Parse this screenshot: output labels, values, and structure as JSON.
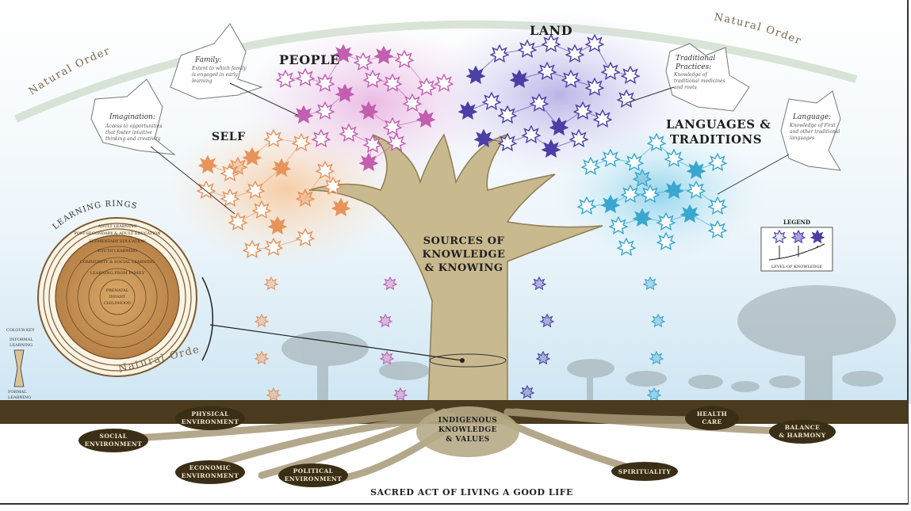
{
  "arc_labels": {
    "left": "Natural Order",
    "right": "Natural Order",
    "bottom_left": "Natural Order"
  },
  "headers": {
    "people": "PEOPLE",
    "land": "LAND",
    "self": "SELF",
    "lang_line1": "LANGUAGES &",
    "lang_line2": "TRADITIONS"
  },
  "trunk": {
    "line1": "SOURCES OF",
    "line2": "KNOWLEDGE",
    "line3": "& KNOWING"
  },
  "base": {
    "line1": "INDIGENOUS",
    "line2": "KNOWLEDGE",
    "line3": "& VALUES"
  },
  "notes": {
    "family": {
      "title": "Family:",
      "body1": "Extent to which family",
      "body2": "is engaged in early",
      "body3": "learning"
    },
    "imagination": {
      "title": "Imagination:",
      "body1": "Access to opportunities",
      "body2": "that foster intuitive",
      "body3": "thinking and creativity"
    },
    "traditional": {
      "title1": "Traditional",
      "title2": "Practices:",
      "body1": "Knowledge of",
      "body2": "traditional medicines",
      "body3": "and roots"
    },
    "language": {
      "title": "Language:",
      "body1": "Knowledge of First",
      "body2": "and other traditional",
      "body3": "languages"
    }
  },
  "learning_rings": {
    "title": "LEARNING RINGS",
    "rings": [
      "ADULT LEARNING",
      "POST-SECONDARY & ADULT EDUCATION",
      "ELEMENTARY EDUCATION",
      "YOUTH LEARNING",
      "COMMUNITY & SOCIAL LEARNING",
      "LEARNING FROM FAMILY",
      "PRENATAL",
      "INFANT",
      "CHILDHOOD"
    ]
  },
  "colour_key": {
    "title": "COLOUR KEY",
    "top1": "INFORMAL",
    "top2": "LEARNING",
    "bottom1": "FORMAL",
    "bottom2": "LEARNING"
  },
  "legend": {
    "title": "LEGEND",
    "caption": "LEVEL OF KNOWLEDGE"
  },
  "roots": {
    "physical": [
      "PHYSICAL",
      "ENVIRONMENT"
    ],
    "social": [
      "SOCIAL",
      "ENVIRONMENT"
    ],
    "economic": [
      "ECONOMIC",
      "ENVIRONMENT"
    ],
    "political": [
      "POLITICAL",
      "ENVIRONMENT"
    ],
    "spirituality": [
      "SPIRITUALITY"
    ],
    "health": [
      "HEALTH",
      "CARE"
    ],
    "balance": [
      "BALANCE",
      "& HARMONY"
    ]
  },
  "footer": "SACRED ACT OF LIVING A GOOD LIFE",
  "colors": {
    "self": "#e8935a",
    "people": "#c25fb0",
    "land": "#4b3fa6",
    "languages": "#3aa7cf",
    "trunk": "#c9b98f",
    "ground": "#4a3b1f",
    "sky": "#d7eaf5"
  }
}
